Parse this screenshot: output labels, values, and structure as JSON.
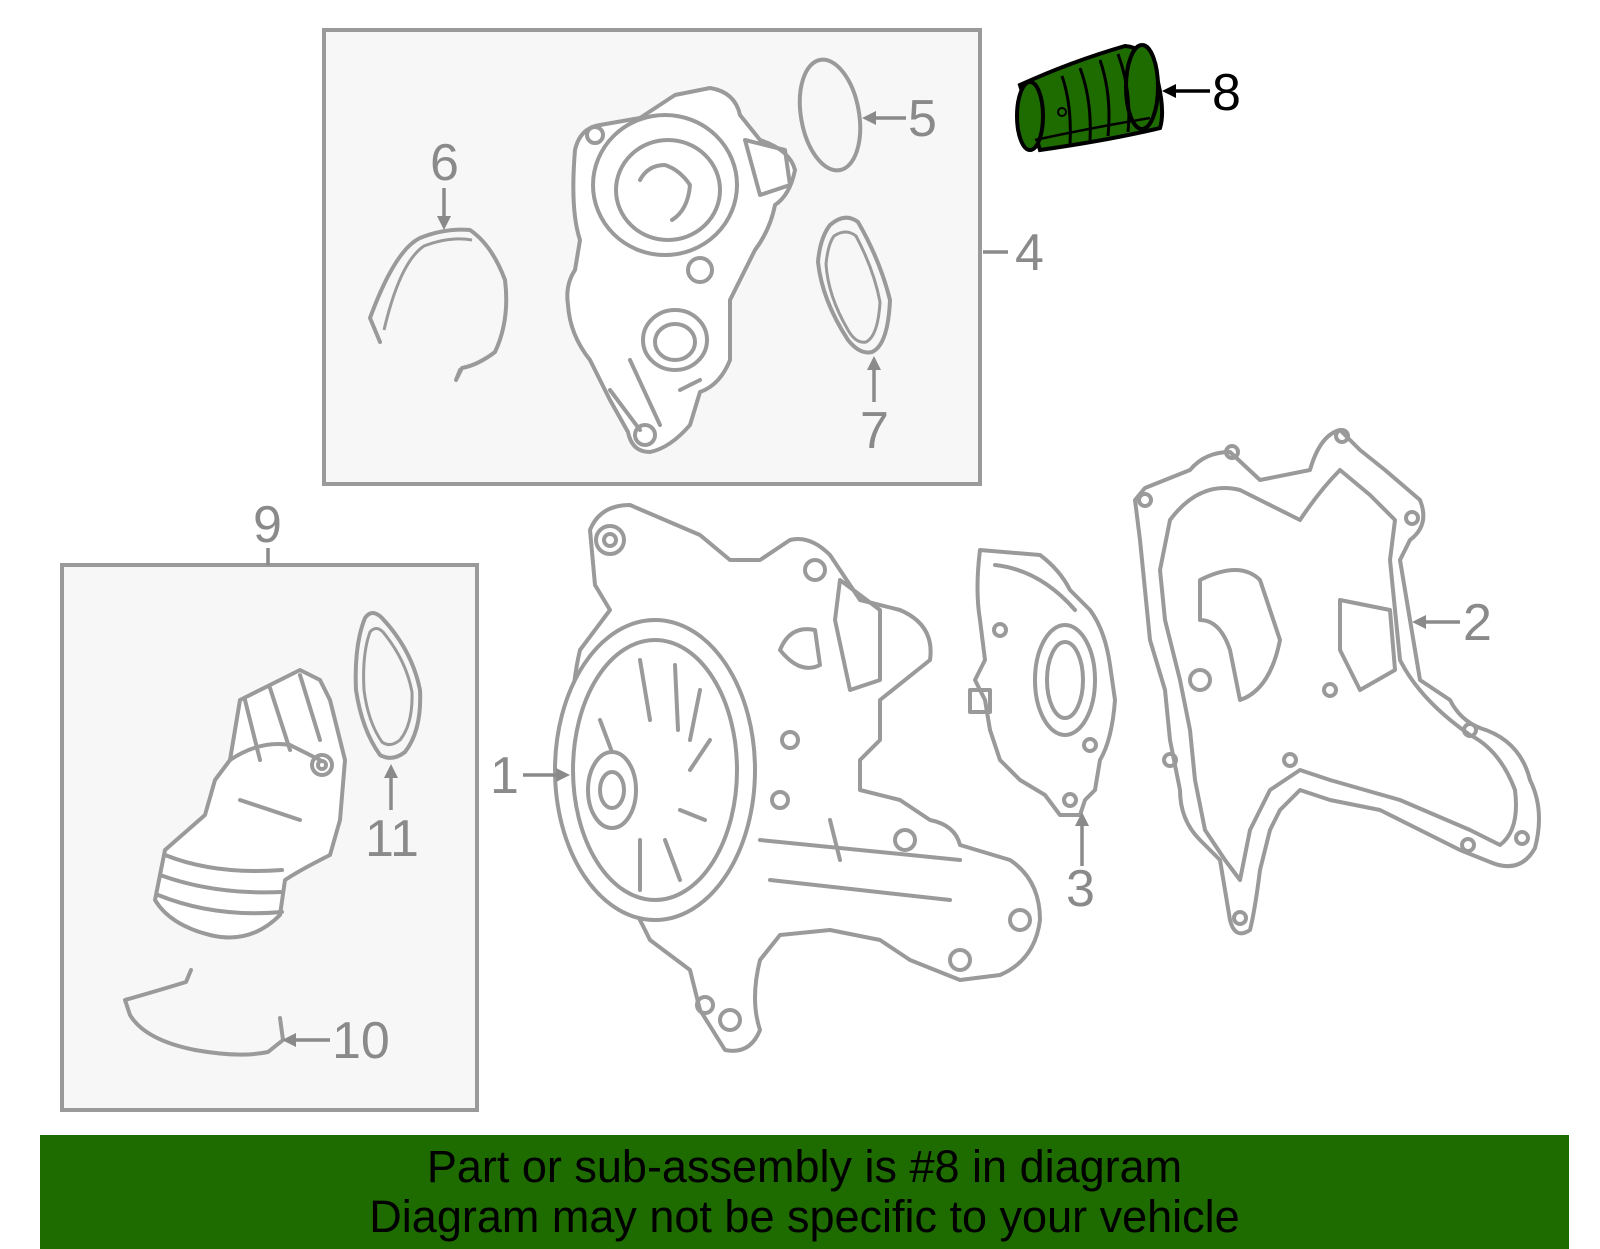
{
  "colors": {
    "banner_bg": "#1e6b00",
    "highlight_part": "#1e6b00",
    "line_art": "#9a9a9a",
    "callout_text": "#8a8a8a",
    "highlight_callout": "#000000"
  },
  "callouts": {
    "c1": "1",
    "c2": "2",
    "c3": "3",
    "c4": "4",
    "c5": "5",
    "c6": "6",
    "c7": "7",
    "c8": "8",
    "c9": "9",
    "c10": "10",
    "c11": "11"
  },
  "highlighted_part": "8",
  "banner": {
    "line1": "Part or sub-assembly is #8 in diagram",
    "line2": "Diagram may not be specific to your vehicle"
  }
}
